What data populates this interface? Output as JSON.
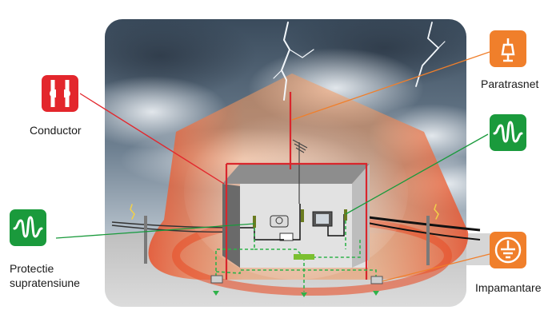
{
  "labels": {
    "conductor": "Conductor",
    "paratrasnet": "Paratrasnet",
    "protectie_line1": "Protectie",
    "protectie_line2": "supratensiune",
    "impamantare": "Impamantare"
  },
  "icons": {
    "conductor": "conductor-icon",
    "paratrasnet": "lightning-rod-icon",
    "surge_top": "surge-protection-icon",
    "surge_left": "surge-protection-icon",
    "ground": "earth-ground-icon"
  },
  "colors": {
    "conductor_red": "#e3262c",
    "paratrasnet_orange": "#f07f2b",
    "surge_green": "#1a9a3c",
    "ground_orange": "#f07f2b",
    "sky_dark": "#3f5163",
    "sky_light": "#c9d2da",
    "ground_grey": "#d4d4d4",
    "field_orange": "#f0602a"
  }
}
